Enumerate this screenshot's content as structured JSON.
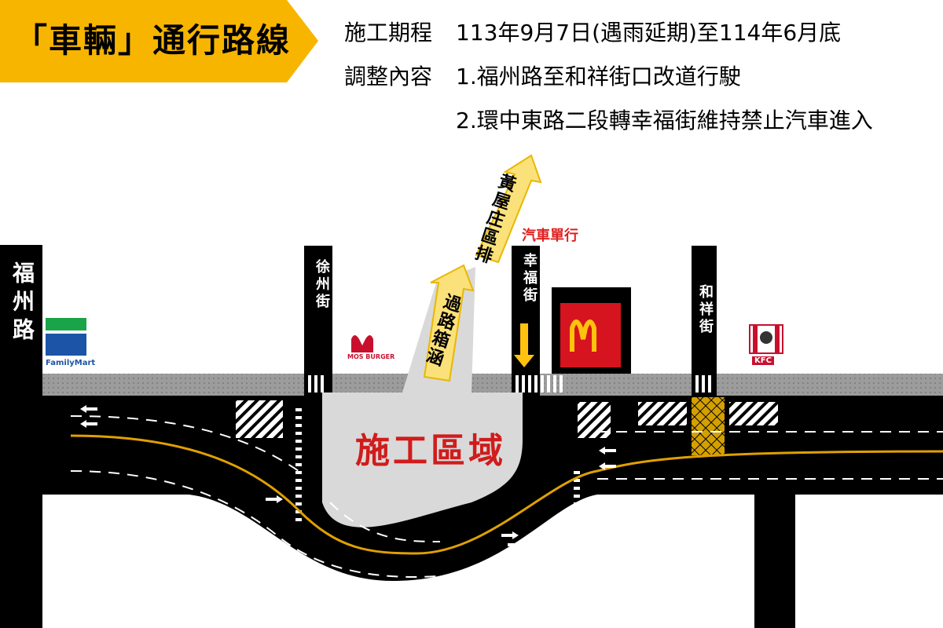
{
  "title": "「車輛」通行路線",
  "info": {
    "schedule_label": "施工期程",
    "schedule_value": "113年9月7日(遇雨延期)至114年6月底",
    "adjust_label": "調整內容",
    "adjust_items": [
      "1.福州路至和祥街口改道行駛",
      "2.環中東路二段轉幸福街維持禁止汽車進入"
    ]
  },
  "map": {
    "streets": {
      "fuzhou": "福州路",
      "xuzhou": "徐州街",
      "xingfu": "幸福街",
      "hexiang": "和祥街"
    },
    "one_way_label": "汽車單行",
    "construction_label": "施工區域",
    "arrows": {
      "culvert": "過路箱涵",
      "exit": "黃屋庄區排"
    },
    "landmarks": {
      "familymart": "FamilyMart",
      "mos": "MOS BURGER",
      "kfc": "KFC",
      "mcdonalds_logo": "mcdonalds-logo"
    }
  },
  "colors": {
    "banner_yellow": "#f7b500",
    "road_black": "#000000",
    "sidewalk_gray": "#9a9a9a",
    "construction_fill": "#d9d9d9",
    "arrow_yellow": "#fbe17a",
    "center_line": "#e0a000",
    "label_red": "#d01c1c",
    "mcd_red": "#d6141f",
    "mcd_yellow": "#ffc20e",
    "fm_green": "#1aa44a",
    "fm_blue": "#1c54a8",
    "kfc_red": "#c8102e"
  }
}
